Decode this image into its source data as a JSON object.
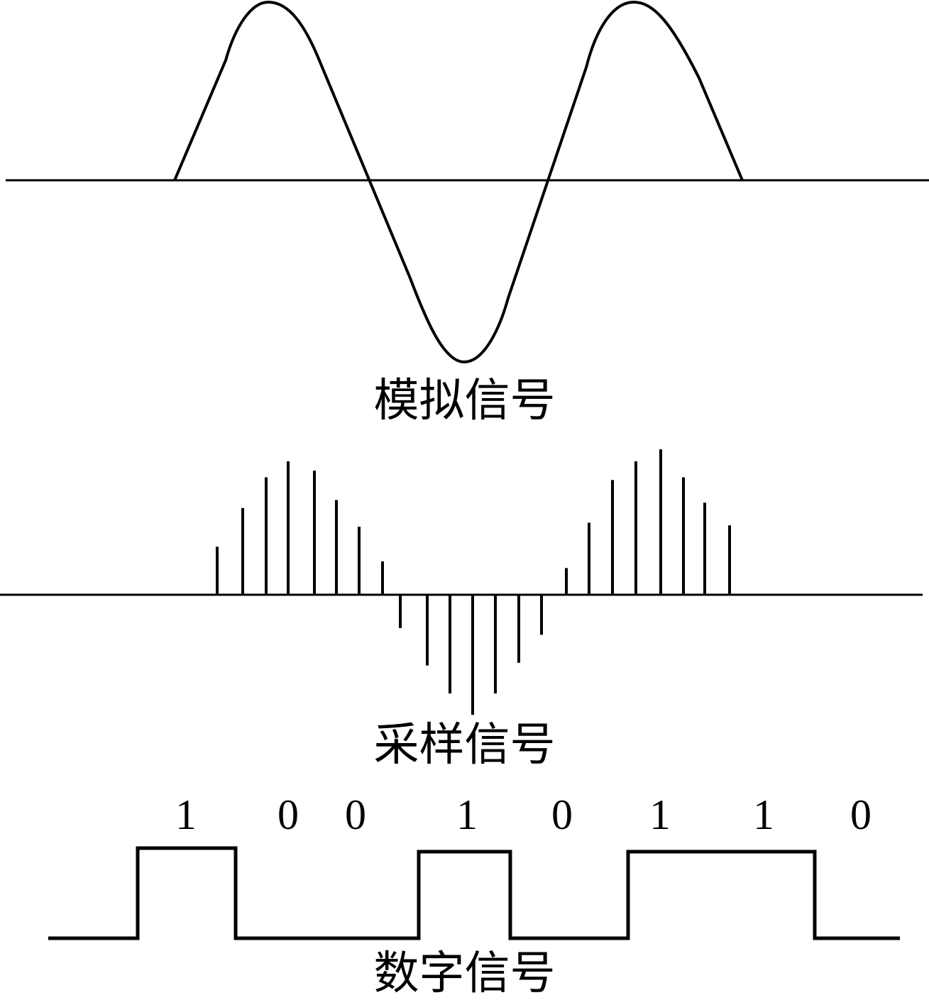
{
  "colors": {
    "line": "#000000",
    "background": "#ffffff"
  },
  "analog": {
    "caption": "模拟信号",
    "description_cycles": 1.5
  },
  "sampled": {
    "caption": "采样信号",
    "positive_group_1": [
      0.36,
      0.65,
      0.88,
      1.0,
      0.93,
      0.71,
      0.51,
      0.25
    ],
    "negative_group": [
      -0.25,
      -0.53,
      -0.74,
      -0.9,
      -0.74,
      -0.51,
      -0.3
    ],
    "positive_group_2": [
      0.2,
      0.54,
      0.86,
      1.0,
      1.09,
      0.88,
      0.69,
      0.52
    ]
  },
  "digital": {
    "caption": "数字信号",
    "bits": [
      "1",
      "0",
      "0",
      "1",
      "0",
      "1",
      "1",
      "0"
    ]
  }
}
